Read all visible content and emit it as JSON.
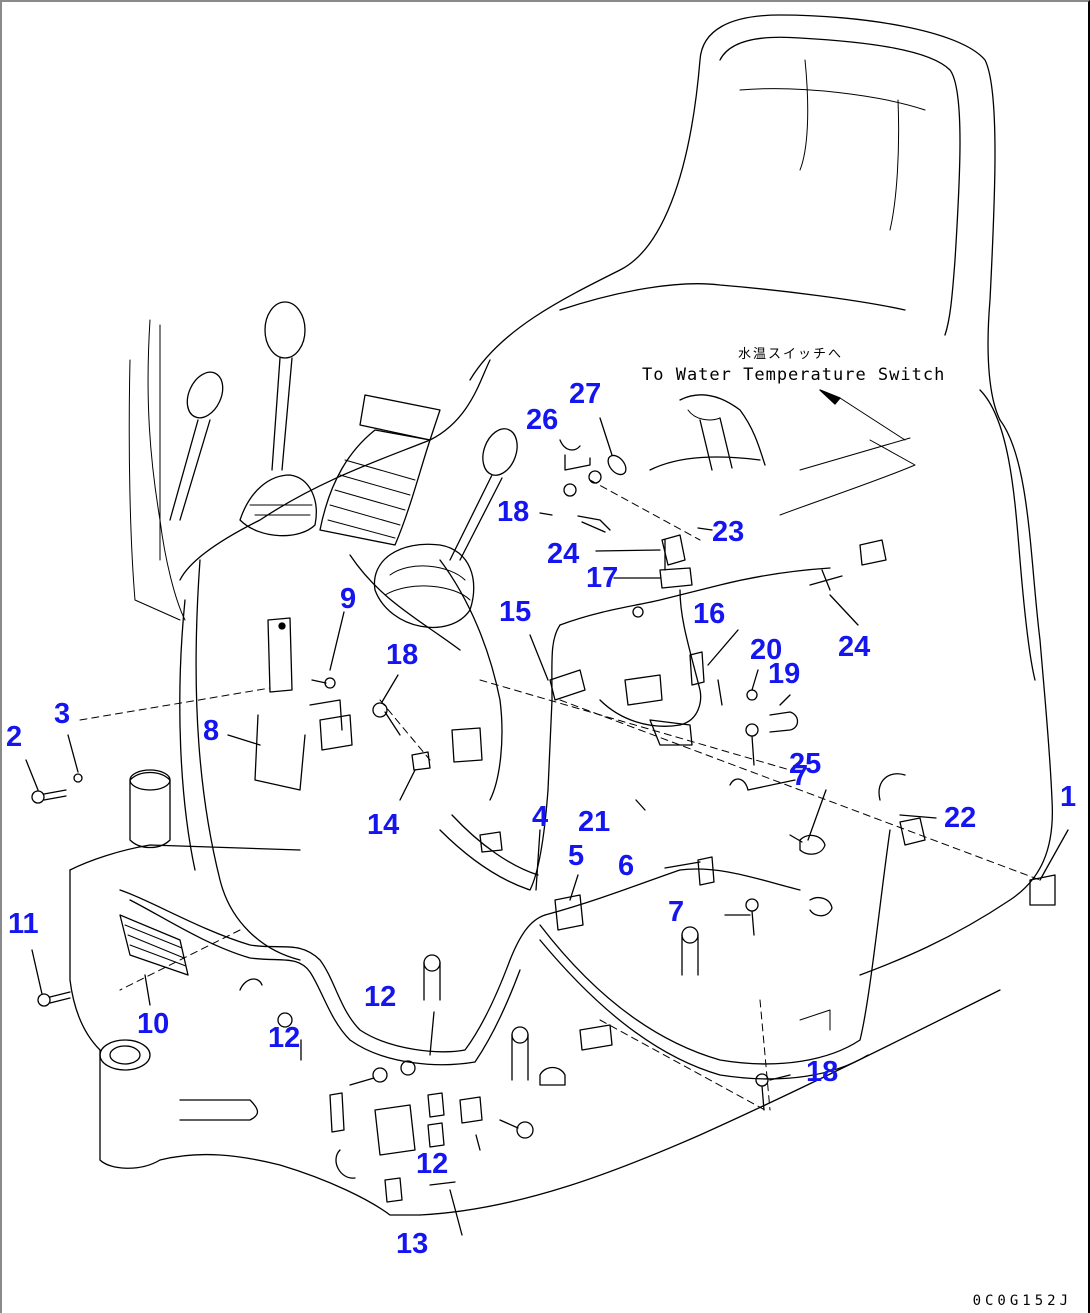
{
  "diagram": {
    "type": "exploded parts diagram",
    "subject": "Operator seat and control lever wiring harness",
    "callout_color": "#1515f0",
    "line_color": "#000000",
    "annotation": {
      "japanese": "水温スイッチへ",
      "english": "To Water Temperature Switch"
    },
    "drawing_code": "0C0G152J",
    "callouts": [
      {
        "id": "c1",
        "label": "1"
      },
      {
        "id": "c2",
        "label": "2"
      },
      {
        "id": "c3",
        "label": "3"
      },
      {
        "id": "c4",
        "label": "4"
      },
      {
        "id": "c5",
        "label": "5"
      },
      {
        "id": "c6",
        "label": "6"
      },
      {
        "id": "c7a",
        "label": "7"
      },
      {
        "id": "c7b",
        "label": "7"
      },
      {
        "id": "c8",
        "label": "8"
      },
      {
        "id": "c9",
        "label": "9"
      },
      {
        "id": "c10",
        "label": "10"
      },
      {
        "id": "c11",
        "label": "11"
      },
      {
        "id": "c12a",
        "label": "12"
      },
      {
        "id": "c12b",
        "label": "12"
      },
      {
        "id": "c12c",
        "label": "12"
      },
      {
        "id": "c13",
        "label": "13"
      },
      {
        "id": "c14",
        "label": "14"
      },
      {
        "id": "c15",
        "label": "15"
      },
      {
        "id": "c16",
        "label": "16"
      },
      {
        "id": "c17",
        "label": "17"
      },
      {
        "id": "c18a",
        "label": "18"
      },
      {
        "id": "c18b",
        "label": "18"
      },
      {
        "id": "c18c",
        "label": "18"
      },
      {
        "id": "c19",
        "label": "19"
      },
      {
        "id": "c20",
        "label": "20"
      },
      {
        "id": "c21",
        "label": "21"
      },
      {
        "id": "c22",
        "label": "22"
      },
      {
        "id": "c23",
        "label": "23"
      },
      {
        "id": "c24a",
        "label": "24"
      },
      {
        "id": "c24b",
        "label": "24"
      },
      {
        "id": "c25",
        "label": "25"
      },
      {
        "id": "c26",
        "label": "26"
      },
      {
        "id": "c27",
        "label": "27"
      }
    ]
  }
}
